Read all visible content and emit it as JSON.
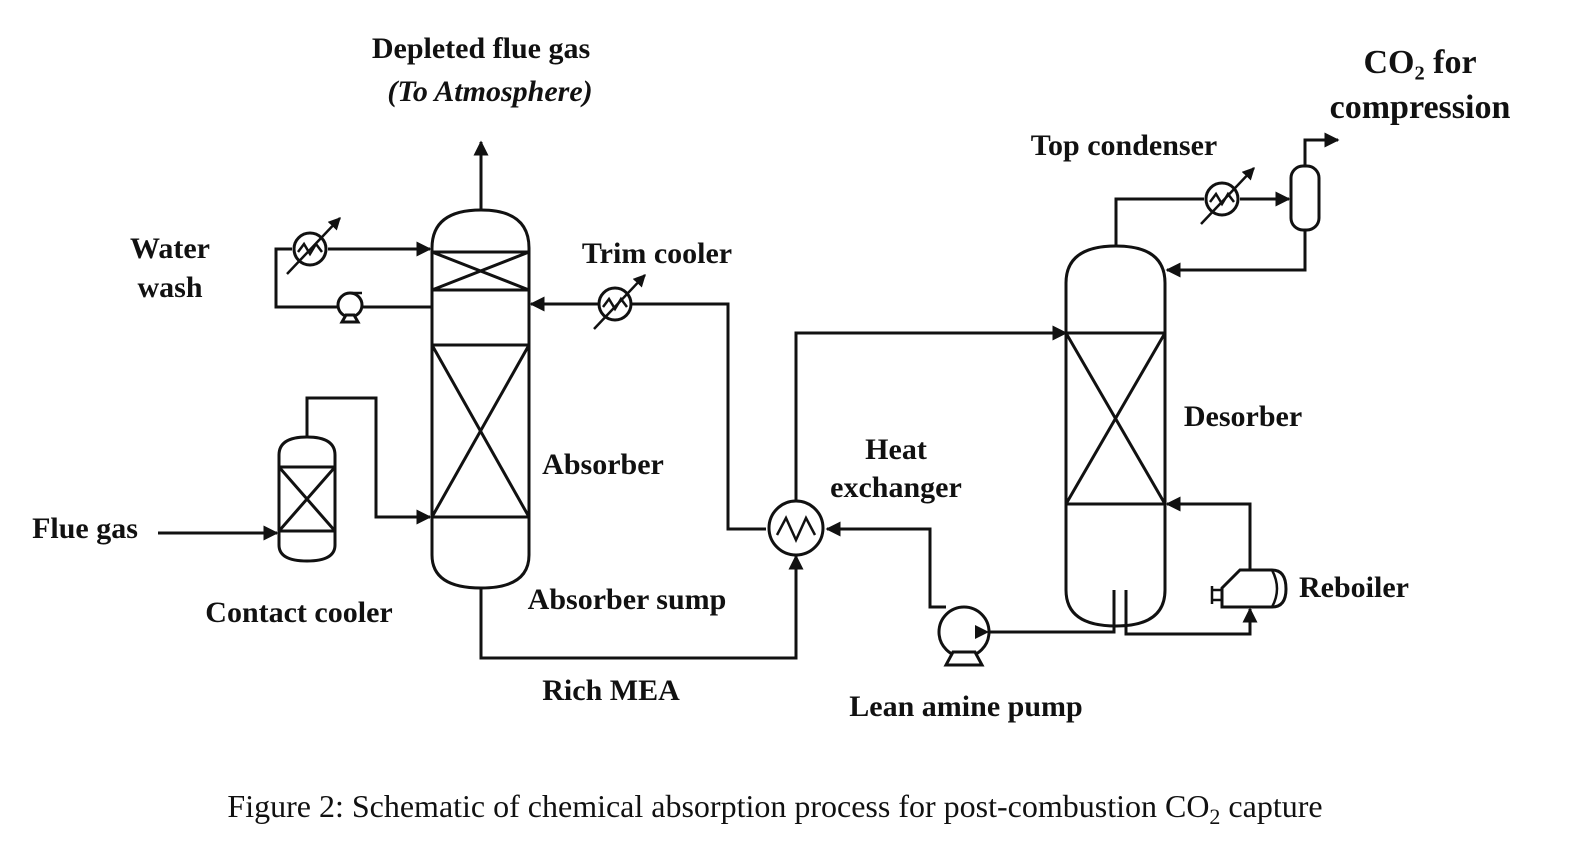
{
  "labels": {
    "depleted_flue_gas": "Depleted flue gas",
    "to_atmosphere": "(To Atmosphere)",
    "co2_for": "CO₂ for",
    "compression": "compression",
    "top_condenser": "Top condenser",
    "water": "Water",
    "wash": "wash",
    "trim_cooler": "Trim cooler",
    "desorber": "Desorber",
    "heat": "Heat",
    "exchanger": "exchanger",
    "absorber": "Absorber",
    "flue_gas": "Flue gas",
    "reboiler": "Reboiler",
    "contact_cooler": "Contact cooler",
    "absorber_sump": "Absorber sump",
    "rich_mea": "Rich MEA",
    "lean_amine_pump": "Lean amine pump"
  },
  "caption": {
    "prefix": "Figure 2: Schematic of chemical absorption process for post-combustion CO",
    "subscript": "2",
    "suffix": " capture"
  },
  "colors": {
    "ink": "#111111",
    "background": "#ffffff"
  }
}
